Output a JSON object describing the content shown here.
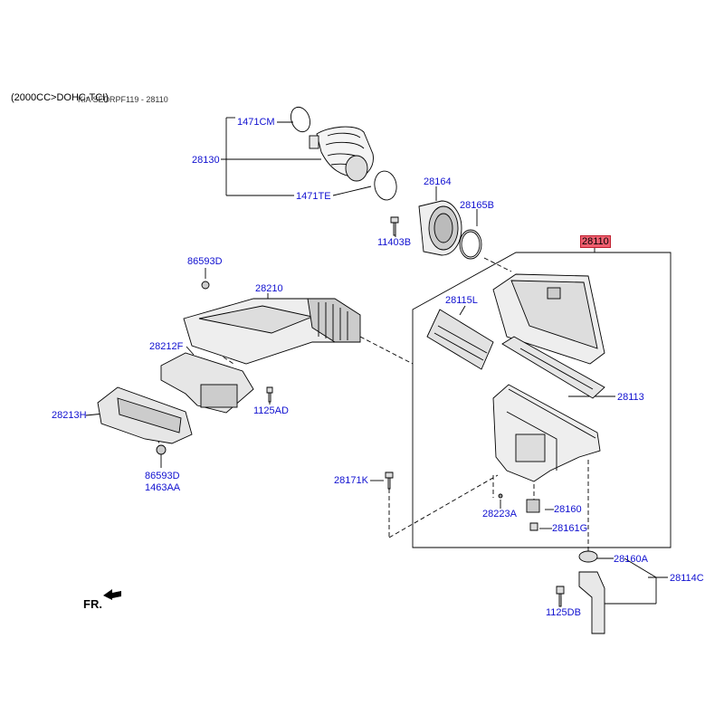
{
  "header": {
    "engine": "(2000CC>DOHC-TCI)",
    "ref": "KIA SEDRPF119 - 28110"
  },
  "labels": {
    "p1471CM": "1471CM",
    "p28130": "28130",
    "p1471TE": "1471TE",
    "p28164": "28164",
    "p28165B": "28165B",
    "p11403B": "11403B",
    "p28110": "28110",
    "p86593D_top": "86593D",
    "p28210": "28210",
    "p28115L": "28115L",
    "p28212F": "28212F",
    "p28113": "28113",
    "p1125AD": "1125AD",
    "p28213H": "28213H",
    "p86593D_bot": "86593D",
    "p1463AA": "1463AA",
    "p28171K": "28171K",
    "p28160": "28160",
    "p28223A": "28223A",
    "p28161G": "28161G",
    "p28160A": "28160A",
    "p28114C": "28114C",
    "p1125DB": "1125DB"
  },
  "direction": "FR.",
  "colors": {
    "label": "#1010d0",
    "highlight": "#f06070",
    "line": "#000000"
  }
}
